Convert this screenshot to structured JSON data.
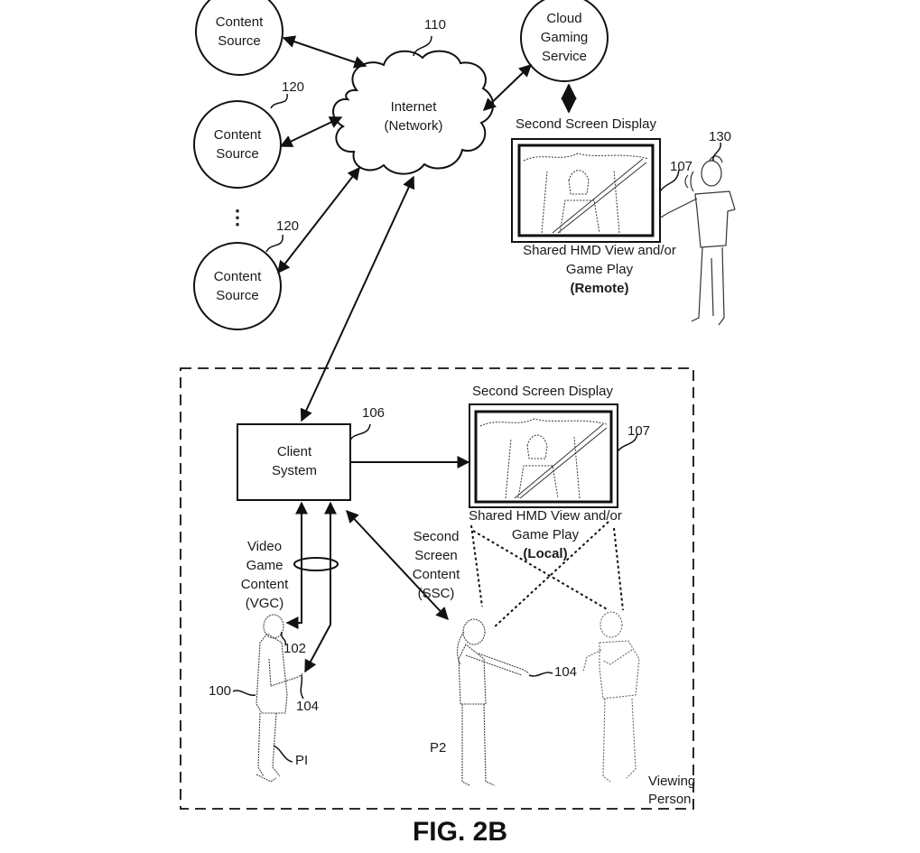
{
  "figure": {
    "title": "FIG. 2B"
  },
  "nodes": {
    "content_source_1": {
      "label_line1": "Content",
      "label_line2": "Source"
    },
    "content_source_2": {
      "label_line1": "Content",
      "label_line2": "Source",
      "ref": "120"
    },
    "content_source_3": {
      "label_line1": "Content",
      "label_line2": "Source",
      "ref": "120"
    },
    "ellipsis": "⋮",
    "internet": {
      "label_line1": "Internet",
      "label_line2": "(Network)",
      "ref": "110"
    },
    "cloud_gaming": {
      "label_line1": "Cloud",
      "label_line2": "Gaming",
      "label_line3": "Service"
    },
    "remote_display": {
      "title": "Second Screen Display",
      "ref": "107",
      "caption_line1": "Shared HMD View and/or",
      "caption_line2": "Game Play",
      "caption_line3": "(Remote)"
    },
    "remote_person": {
      "ref": "130"
    },
    "client_system": {
      "label_line1": "Client",
      "label_line2": "System",
      "ref": "106"
    },
    "local_display": {
      "title": "Second Screen Display",
      "ref": "107",
      "caption_line1": "Shared HMD View and/or",
      "caption_line2": "Game Play",
      "caption_line3": "(Local)"
    },
    "vgc": {
      "line1": "Video",
      "line2": "Game",
      "line3": "Content",
      "line4": "(VGC)"
    },
    "ssc": {
      "line1": "Second",
      "line2": "Screen",
      "line3": "Content",
      "line4": "(SSC)"
    },
    "player1": {
      "ref_person": "100",
      "ref_hmd": "102",
      "ref_controller": "104",
      "label": "PI"
    },
    "player2": {
      "label": "P2",
      "ref_controller": "104"
    },
    "viewing_person": {
      "line1": "Viewing",
      "line2": "Person"
    }
  }
}
